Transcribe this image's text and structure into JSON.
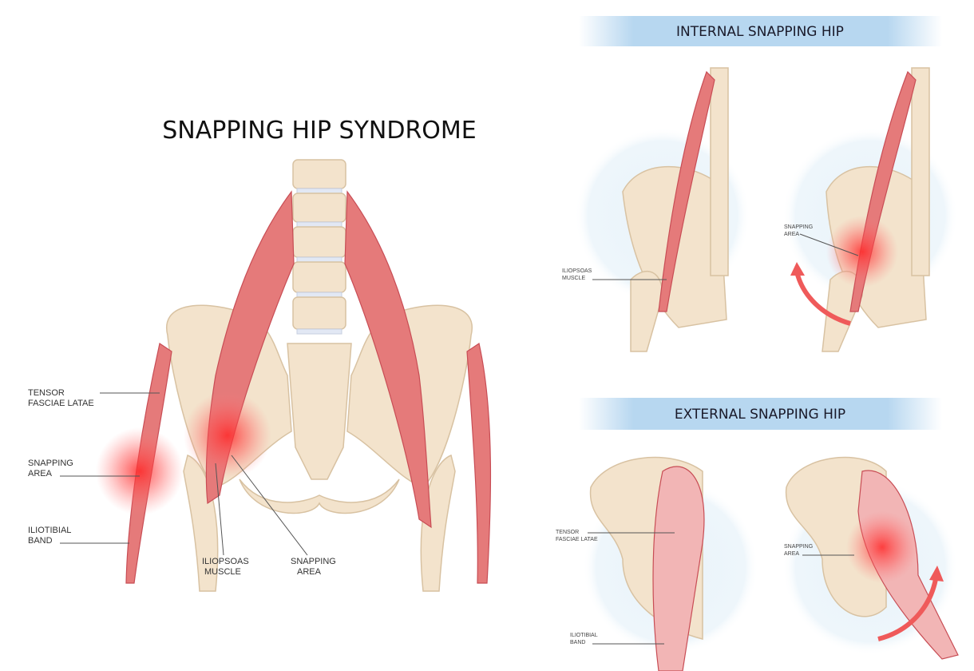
{
  "title": "SNAPPING HIP SYNDROME",
  "main_labels": {
    "tensor": [
      "TENSOR",
      "FASCIAE LATAE"
    ],
    "snapping": [
      "SNAPPING",
      "AREA"
    ],
    "iliotibial": [
      "ILIOTIBIAL",
      "BAND"
    ],
    "iliopsoas": [
      "ILIOPSOAS",
      "MUSCLE"
    ],
    "snapping_center": [
      "SNAPPING",
      "AREA"
    ]
  },
  "internal": {
    "header": "INTERNAL SNAPPING HIP",
    "iliopsoas": [
      "ILIOPSOAS",
      "MUSCLE"
    ],
    "snapping": [
      "SNAPPING",
      "AREA"
    ]
  },
  "external": {
    "header": "EXTERNAL SNAPPING HIP",
    "tensor": [
      "TENSOR",
      "FASCIAE LATAE"
    ],
    "iliotibial": [
      "ILIOTIBIAL",
      "BAND"
    ],
    "snapping": [
      "SNAPPING",
      "AREA"
    ]
  },
  "colors": {
    "muscle": "#e57a7a",
    "bone": "#f3e3cc",
    "header_bar": "#a9cdeb",
    "glow": "#ff3b3b"
  }
}
